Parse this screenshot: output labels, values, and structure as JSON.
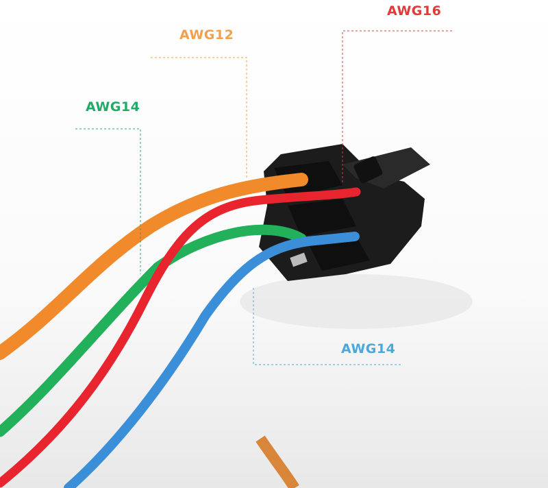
{
  "labels": {
    "red": {
      "text": "AWG16",
      "color": "#e03a3a"
    },
    "orange": {
      "text": "AWG12",
      "color": "#f0a050"
    },
    "green": {
      "text": "AWG14",
      "color": "#22aa66"
    },
    "blue": {
      "text": "AWG14",
      "color": "#4aa8dc"
    }
  },
  "wire_colors": {
    "orange": "#f08a2a",
    "red": "#e8252f",
    "green": "#22b05a",
    "blue": "#3a8fd8",
    "connector": "#1c1c1c"
  }
}
